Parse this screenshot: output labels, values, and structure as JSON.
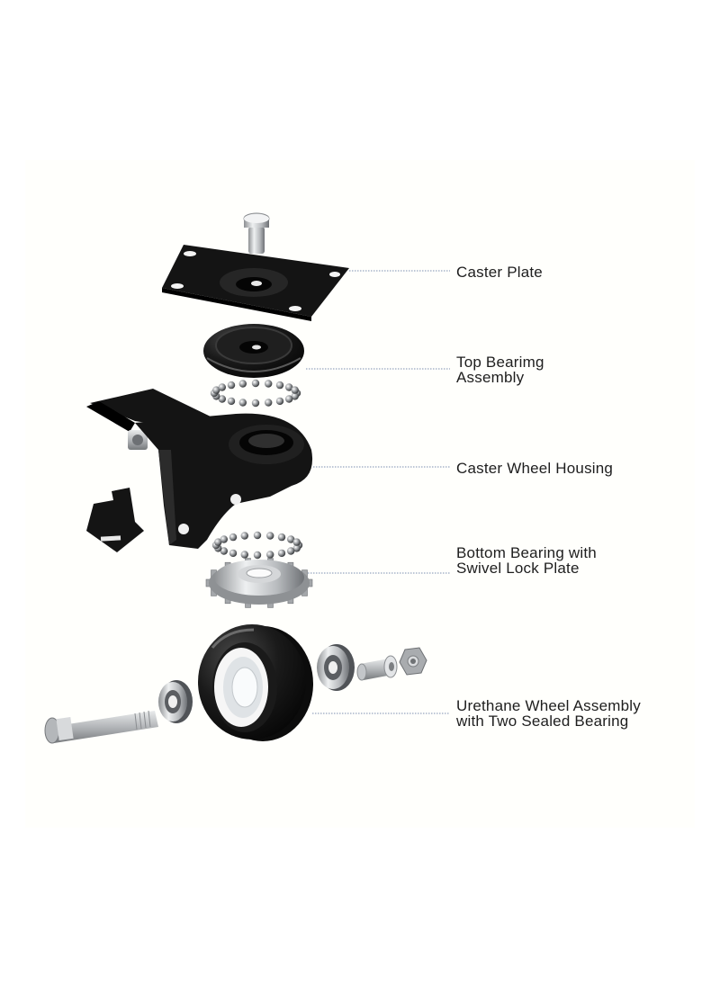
{
  "labels": {
    "caster_plate": [
      "Caster Plate"
    ],
    "top_bearing": [
      "Top Bearimg",
      "Assembly"
    ],
    "housing": [
      "Caster Wheel Housing"
    ],
    "bottom_bearing": [
      "Bottom Bearing with",
      "Swivel Lock Plate"
    ],
    "wheel": [
      "Urethane Wheel Assembly",
      "with Two Sealed Bearing"
    ]
  },
  "colors": {
    "metal_black": "#141414",
    "silver": "#c9cbcd",
    "leader_line": "#7d8fb0",
    "text": "#1e1e1e"
  },
  "icons": [
    "pin",
    "caster-plate",
    "top-bearing-race",
    "ball-bearings",
    "wheel-housing",
    "brake-pedal",
    "lock-plate",
    "urethane-wheel",
    "sealed-bearing",
    "axle-bolt",
    "spacer-sleeve",
    "nut"
  ]
}
